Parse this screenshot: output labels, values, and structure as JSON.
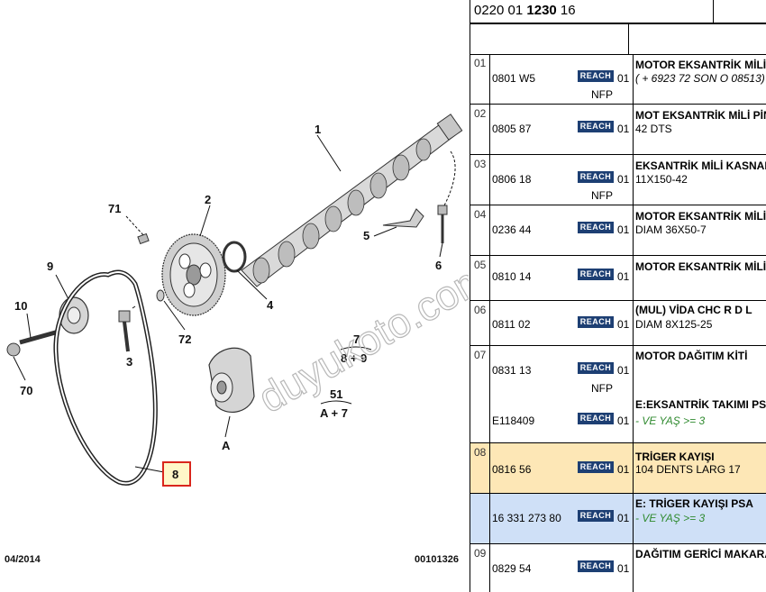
{
  "diagram": {
    "date_label": "04/2014",
    "ref_label": "00101326",
    "watermark": "duyukoto.com",
    "callouts": [
      "1",
      "2",
      "3",
      "4",
      "5",
      "6",
      "71",
      "9",
      "10",
      "70",
      "72",
      "A",
      "8"
    ],
    "formula_7": {
      "top": "7",
      "bottom": "8 + 9"
    },
    "formula_51": {
      "top": "51",
      "bottom": "A + 7"
    }
  },
  "panel": {
    "code_prefix": "0220 01 ",
    "code_bold": "1230",
    "code_suffix": " 16"
  },
  "rows": [
    {
      "idx": "01",
      "ref": "0801 W5",
      "qty": "01",
      "nfp": "NFP",
      "desc": "MOTOR EKSANTRİK MİLİ",
      "note": "( + 6923 72 SON O 08513)",
      "note_style": "plain-italic"
    },
    {
      "idx": "02",
      "ref": "0805 87",
      "qty": "01",
      "nfp": "",
      "desc": "MOT EKSANTRİK MİLİ PİN",
      "note": "42 DTS",
      "note_style": "plain"
    },
    {
      "idx": "03",
      "ref": "0806 18",
      "qty": "01",
      "nfp": "NFP",
      "desc": "EKSANTRİK MİLİ KASNAK",
      "note": "11X150-42",
      "note_style": "plain"
    },
    {
      "idx": "04",
      "ref": "0236 44",
      "qty": "01",
      "nfp": "",
      "desc": "MOTOR EKSANTRİK MİLİ",
      "note": "DIAM 36X50-7",
      "note_style": "plain"
    },
    {
      "idx": "05",
      "ref": "0810 14",
      "qty": "01",
      "nfp": "",
      "desc": "MOTOR EKSANTRİK MİLİ",
      "note": "",
      "note_style": "plain"
    },
    {
      "idx": "06",
      "ref": "0811 02",
      "qty": "01",
      "nfp": "",
      "desc": "(MUL) VİDA CHC R D L",
      "note": "DIAM 8X125-25",
      "note_style": "plain"
    },
    {
      "idx": "07",
      "ref": "0831 13",
      "qty": "01",
      "nfp": "NFP",
      "desc": "MOTOR DAĞITIM KİTİ",
      "note": "",
      "note_style": "plain"
    },
    {
      "idx": "",
      "ref": "E118409",
      "qty": "01",
      "nfp": "",
      "desc": "E:EKSANTRİK TAKIMI PSA",
      "note": "- VE YAŞ >= 3",
      "note_style": "green"
    },
    {
      "idx": "08",
      "ref": "0816 56",
      "qty": "01",
      "nfp": "",
      "desc": "TRİGER KAYIŞI",
      "note": "104 DENTS LARG 17",
      "note_style": "plain"
    },
    {
      "idx": "",
      "ref": "16 331 273 80",
      "qty": "01",
      "nfp": "",
      "desc": "E: TRİGER KAYIŞI PSA",
      "note": "- VE YAŞ >= 3",
      "note_style": "green"
    },
    {
      "idx": "09",
      "ref": "0829 54",
      "qty": "01",
      "nfp": "",
      "desc": "DAĞITIM GERİCİ MAKARA",
      "note": "",
      "note_style": "plain"
    }
  ],
  "reach_label": "REACH",
  "colors": {
    "reach_badge": "#1d3f73",
    "highlight_orange": "#fde7b6",
    "highlight_blue": "#cfe0f7",
    "green_note": "#2f8a2f",
    "selection_border": "#d9261c"
  }
}
